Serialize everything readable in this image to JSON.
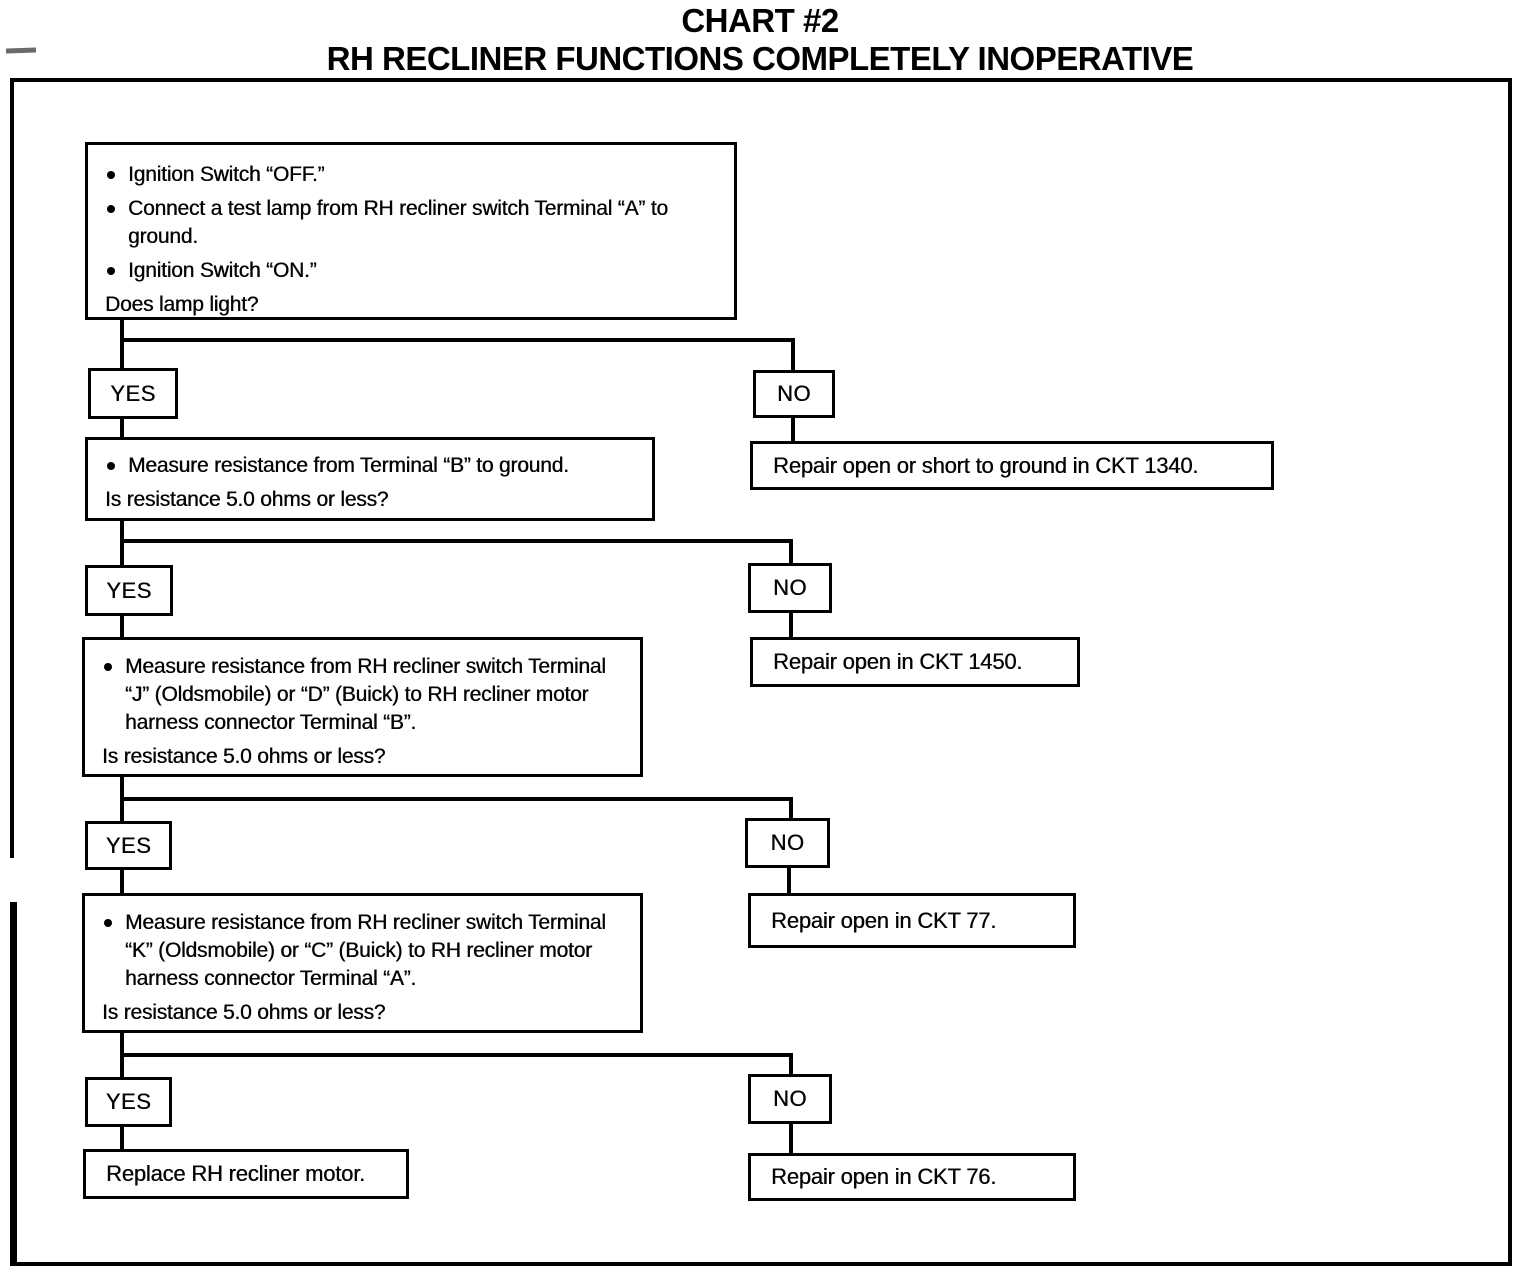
{
  "title": {
    "line1": "CHART #2",
    "line2": "RH RECLINER FUNCTIONS COMPLETELY INOPERATIVE"
  },
  "colors": {
    "ink": "#000000",
    "paper": "#ffffff"
  },
  "flow": {
    "yes_label": "YES",
    "no_label": "NO",
    "steps": [
      {
        "bullets": [
          "Ignition Switch “OFF.”",
          "Connect a test lamp from RH recliner switch Terminal “A” to ground.",
          "Ignition Switch “ON.”"
        ],
        "question": "Does lamp light?",
        "no_action": "Repair open or short to ground in CKT 1340."
      },
      {
        "bullets": [
          "Measure resistance from Terminal “B” to ground."
        ],
        "question": "Is resistance 5.0 ohms or less?",
        "no_action": "Repair open in CKT 1450."
      },
      {
        "bullets": [
          "Measure resistance from RH recliner switch Terminal “J” (Oldsmobile) or “D” (Buick) to RH recliner motor harness connector Terminal “B”."
        ],
        "question": "Is resistance 5.0 ohms or less?",
        "no_action": "Repair open in CKT 77."
      },
      {
        "bullets": [
          "Measure resistance from RH recliner switch Terminal “K” (Oldsmobile) or “C” (Buick) to RH recliner motor harness connector Terminal “A”."
        ],
        "question": "Is resistance 5.0 ohms or less?",
        "no_action": "Repair open in CKT 76."
      }
    ],
    "final_yes_action": "Replace RH recliner motor."
  }
}
